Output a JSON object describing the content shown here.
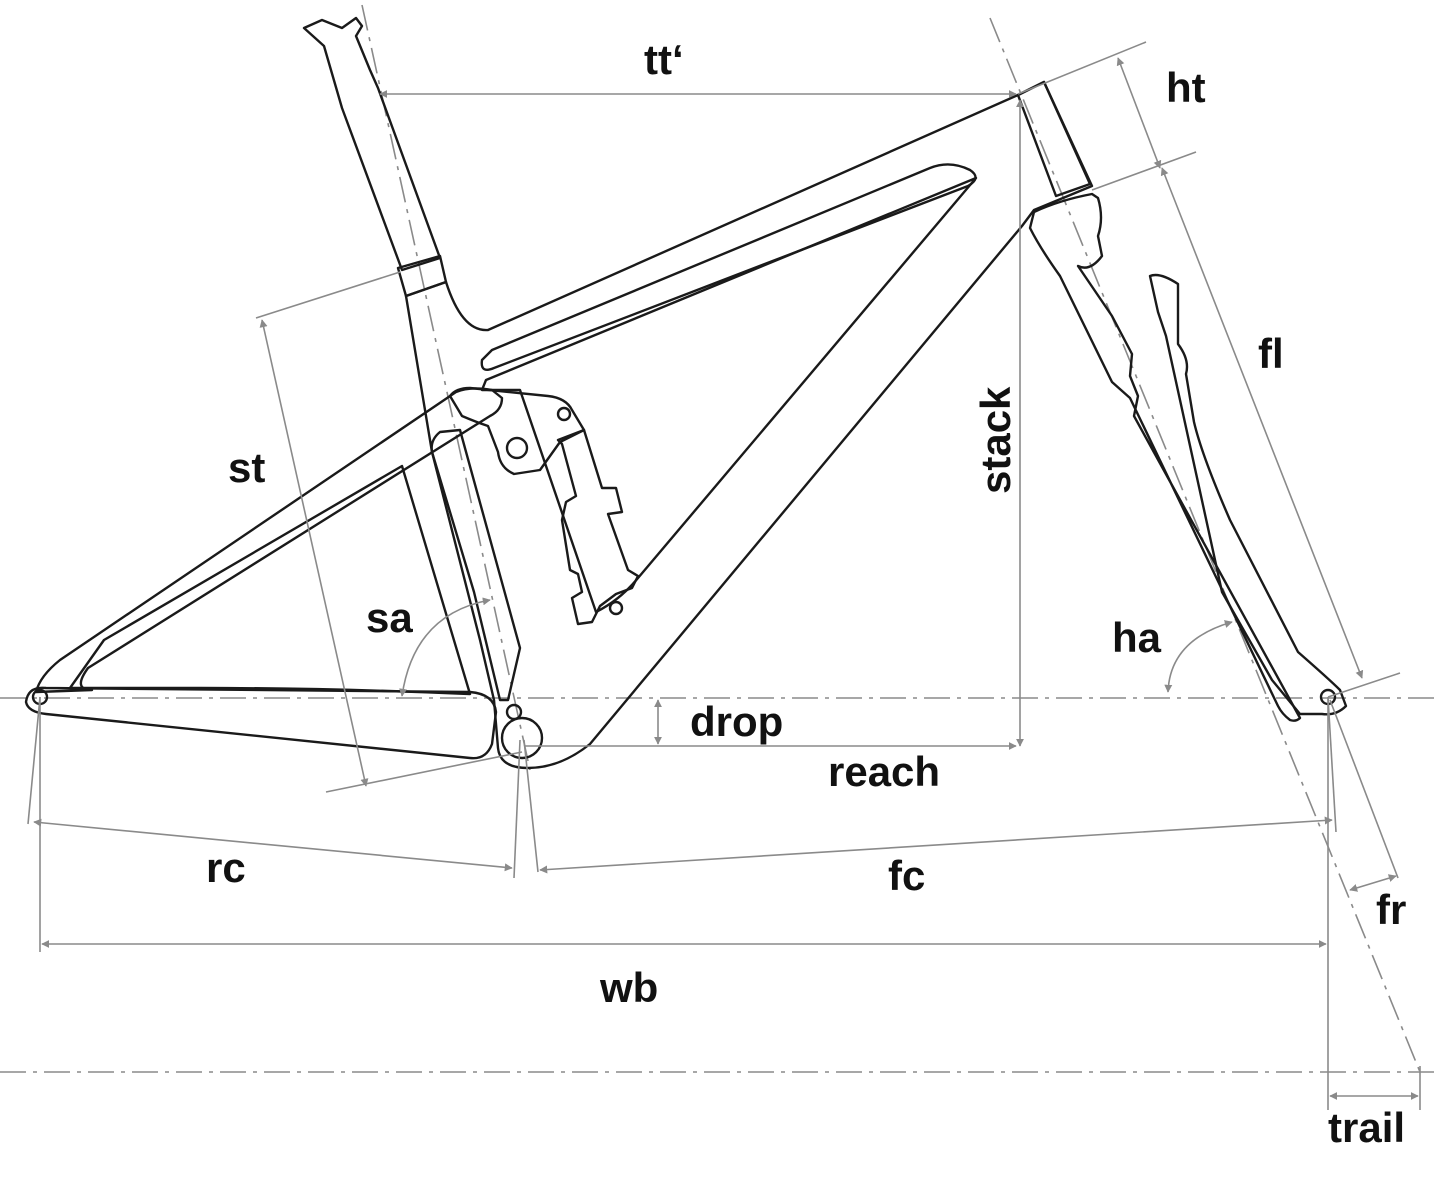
{
  "labels": {
    "top_tube": "tt‘",
    "head_tube": "ht",
    "fork_length": "fl",
    "seat_tube": "st",
    "stack": "stack",
    "seat_angle": "sa",
    "head_angle": "ha",
    "bb_drop": "drop",
    "reach": "reach",
    "rear_center": "rc",
    "front_center": "fc",
    "fork_rake": "fr",
    "wheelbase": "wb",
    "trail": "trail"
  },
  "colors": {
    "frame_stroke": "#1a1a1a",
    "dimension_stroke": "#8a8a8a",
    "label_text": "#111111",
    "background": "#ffffff"
  }
}
